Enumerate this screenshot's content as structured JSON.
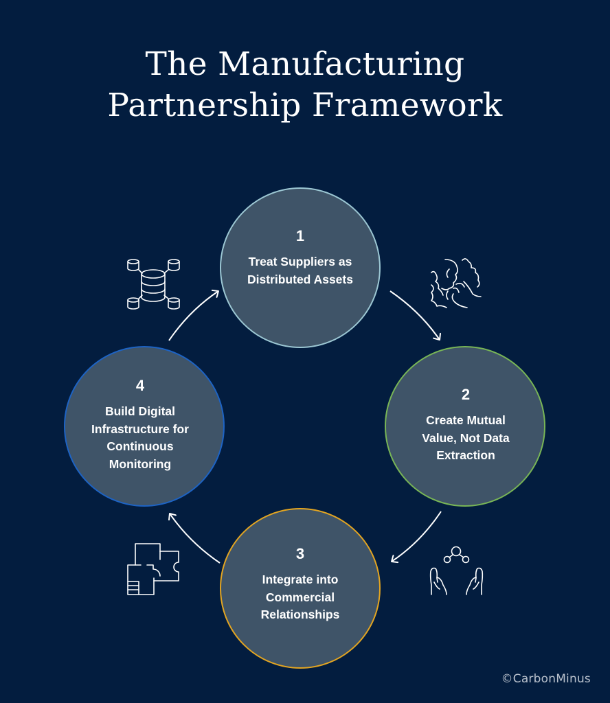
{
  "title": {
    "line1": "The Manufacturing",
    "line2": "Partnership Framework"
  },
  "colors": {
    "background": "#031d3f",
    "circle_fill": "#3f5468",
    "step1_border": "#9cc7d3",
    "step2_border": "#78b556",
    "step3_border": "#e3a521",
    "step4_border": "#1d63c4",
    "text": "#ffffff"
  },
  "steps": [
    {
      "number": "1",
      "label_lines": [
        "Treat Suppliers as",
        "Distributed Assets"
      ],
      "icon": "database-network-icon"
    },
    {
      "number": "2",
      "label_lines": [
        "Create Mutual",
        "Value, Not Data",
        "Extraction"
      ],
      "icon": "handshake-puzzle-icon"
    },
    {
      "number": "3",
      "label_lines": [
        "Integrate into",
        "Commercial",
        "Relationships"
      ],
      "icon": "hands-network-icon"
    },
    {
      "number": "4",
      "label_lines": [
        "Build Digital",
        "Infrastructure for",
        "Continuous",
        "Monitoring"
      ],
      "icon": "floor-plan-icon"
    }
  ],
  "footer": {
    "copyright": "©CarbonMinus"
  }
}
